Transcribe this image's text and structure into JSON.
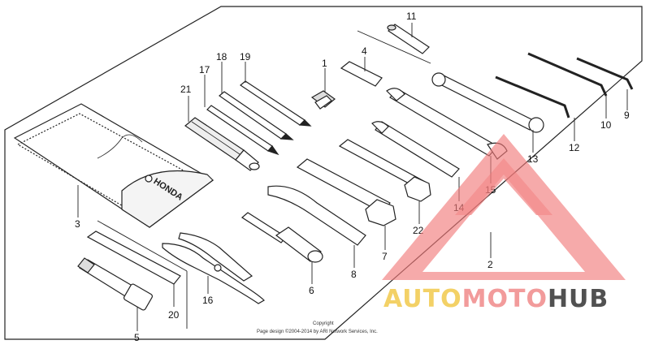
{
  "diagram": {
    "callouts": {
      "c1": "1",
      "c2": "2",
      "c3": "3",
      "c4": "4",
      "c5": "5",
      "c6": "6",
      "c7": "7",
      "c8": "8",
      "c9": "9",
      "c10": "10",
      "c11": "11",
      "c12": "12",
      "c13": "13",
      "c14": "14",
      "c15": "15",
      "c16": "16",
      "c17": "17",
      "c18": "18",
      "c19": "19",
      "c20": "20",
      "c21": "21",
      "c22": "22"
    },
    "pouch_brand": "HONDA",
    "copyright_line1": "Copyright",
    "copyright_line2": "Page design ©2004-2014 by ARI Network Services, Inc."
  },
  "watermark": {
    "part1": "AUTO",
    "part2": "MOTO",
    "part3": "HUB",
    "colors": {
      "auto": "#f2c94c",
      "moto": "#f08a8a",
      "hub": "#333333",
      "triangle": "#f27a7a"
    }
  }
}
